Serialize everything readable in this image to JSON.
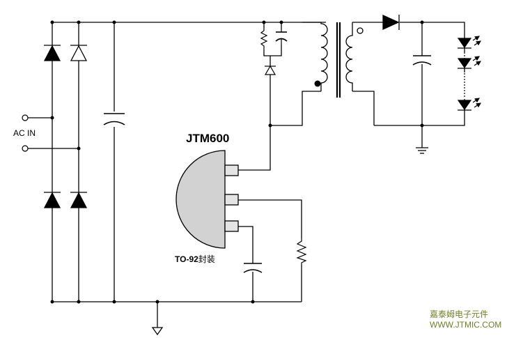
{
  "labels": {
    "ac_input": "AC IN",
    "controller": "JTM600",
    "package_part": "TO-92",
    "package_suffix": "封装"
  },
  "watermark": {
    "line1": "嘉泰姆电子元件",
    "line2": "WWW.JTMIC.COM",
    "color": "#6f7f2a"
  },
  "colors": {
    "wire": "#000000",
    "chip_body": "#d2d2d2",
    "chip_pins": "#e4e4e4"
  },
  "components": [
    "bridge-rectifier",
    "bulk-capacitor",
    "rcd-snubber",
    "flyback-transformer",
    "output-diode",
    "output-capacitor",
    "led-string",
    "chip",
    "compensation-capacitor",
    "sense-resistor"
  ]
}
